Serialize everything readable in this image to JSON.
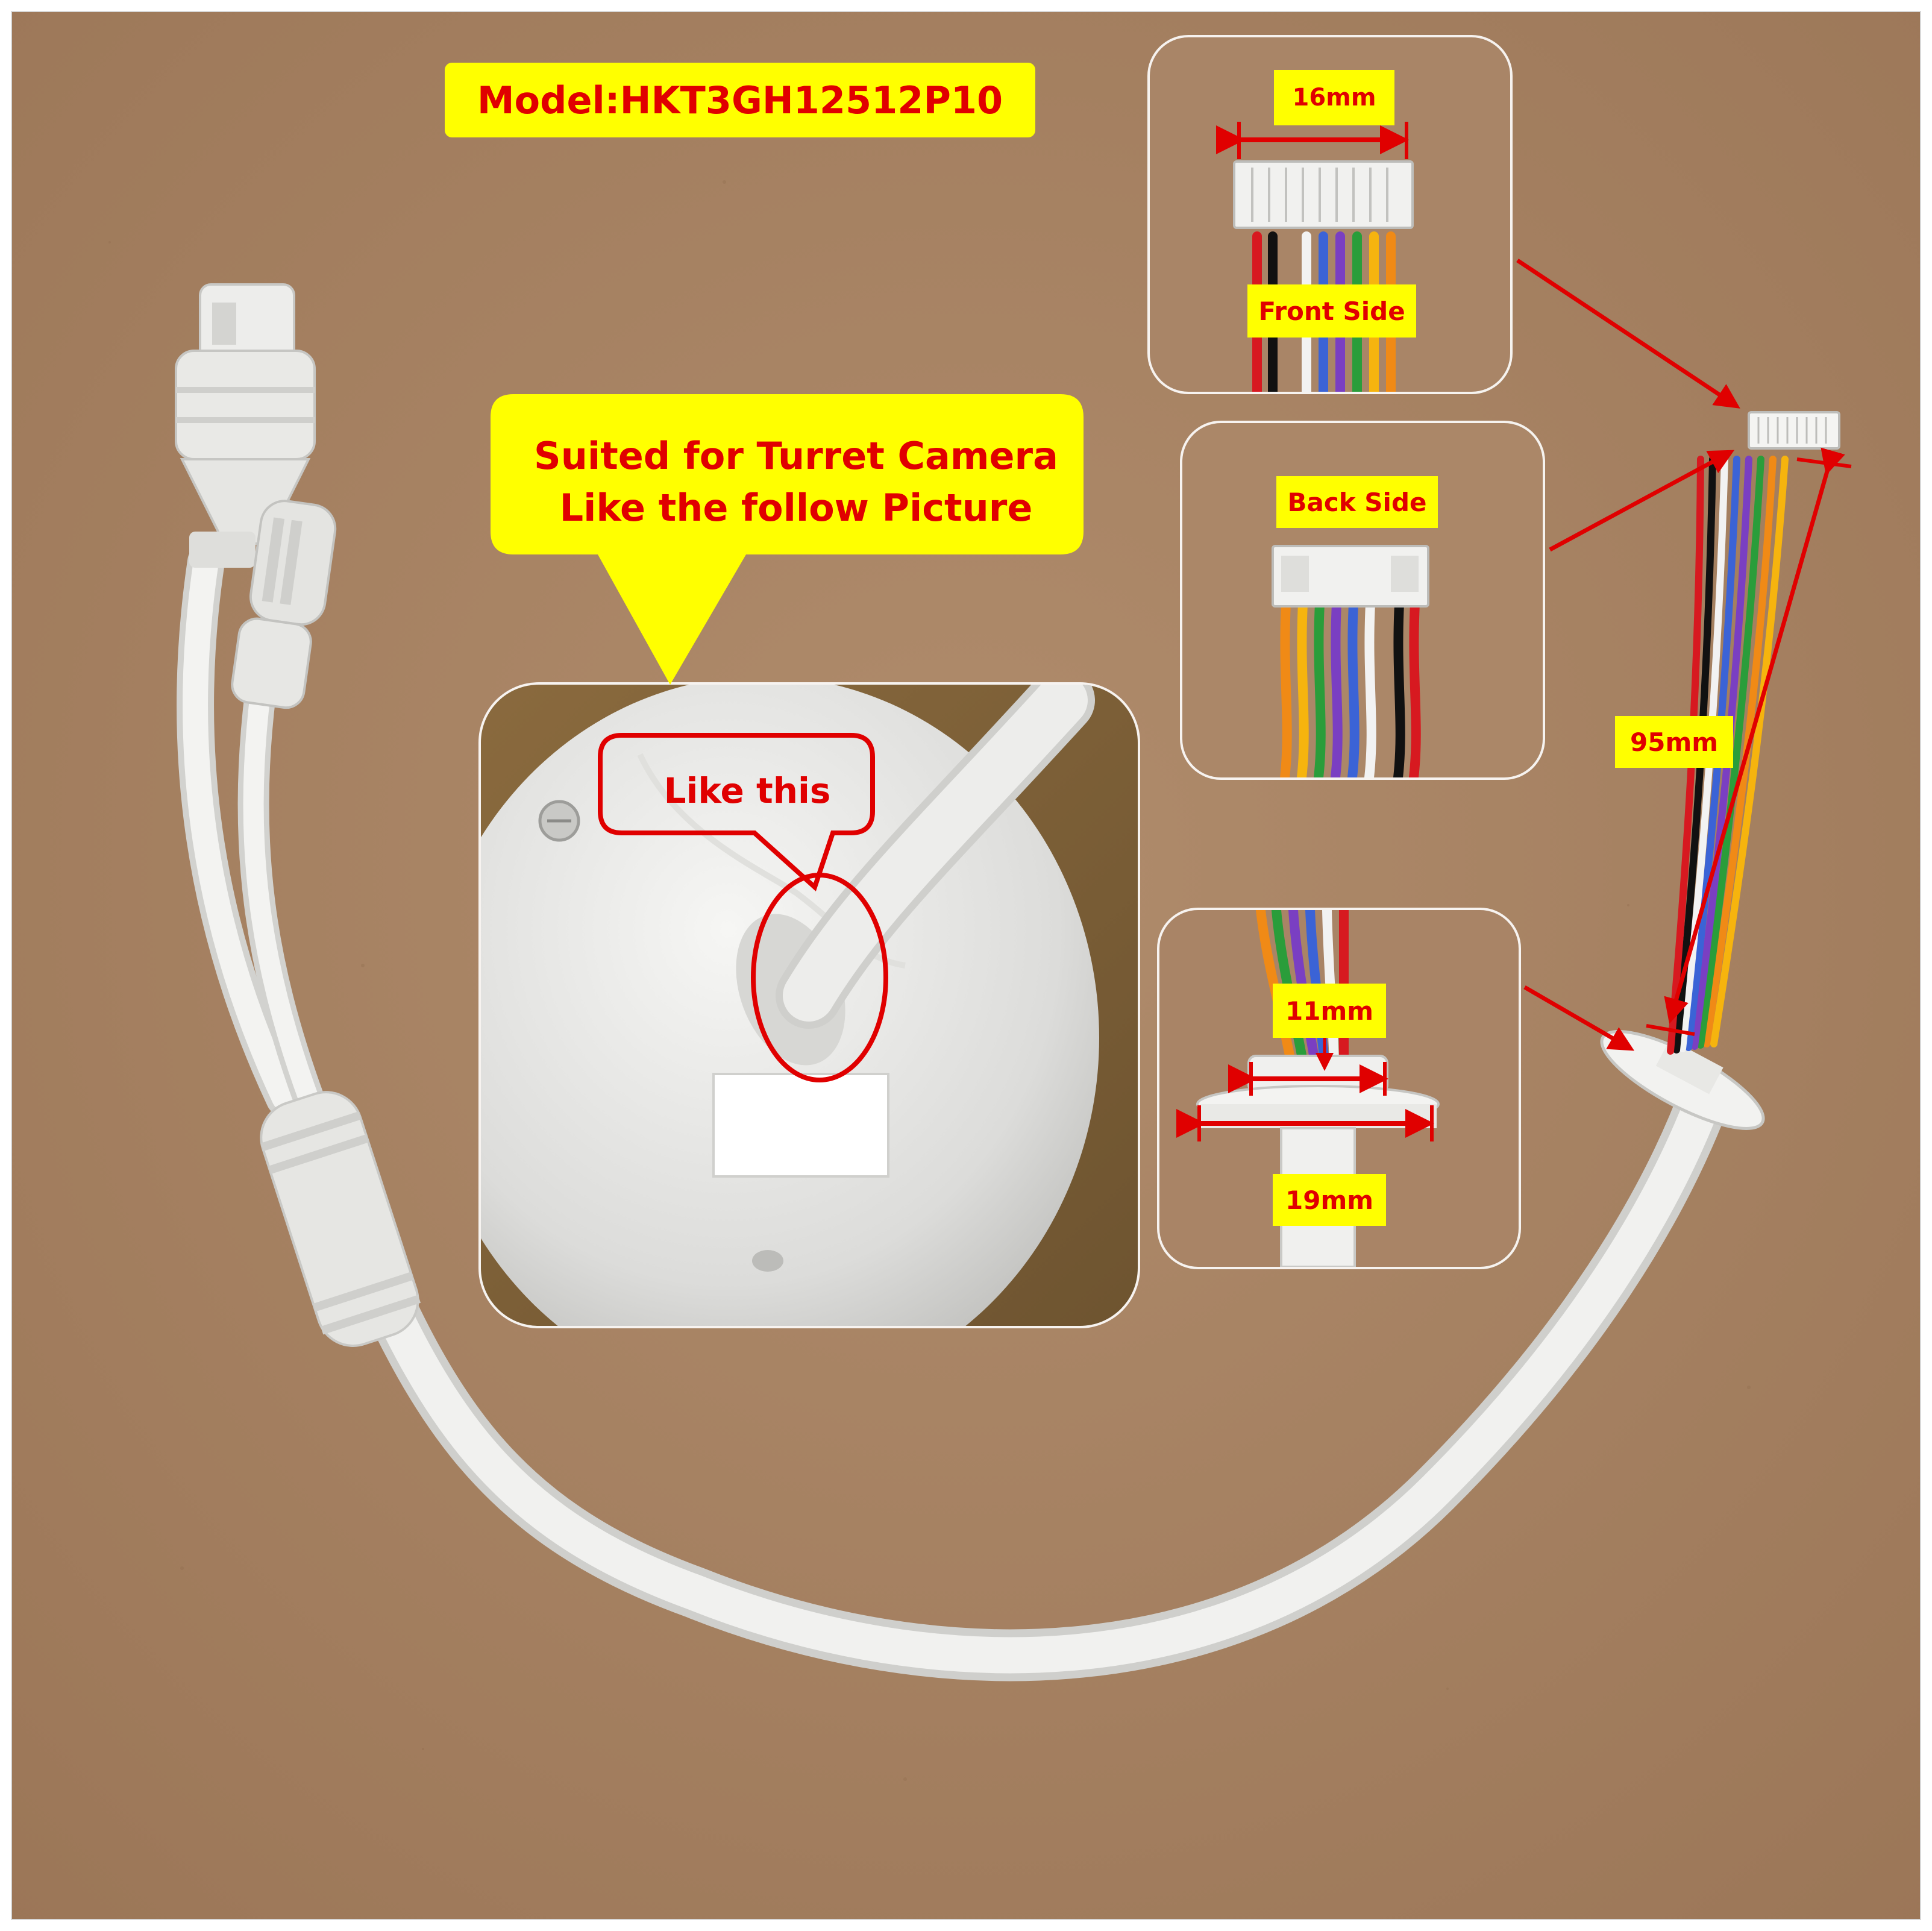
{
  "model_label": "Model:HKT3GH12512P10",
  "compat_line1": "Suited for Turret Camera",
  "compat_line2": "Like the follow Picture",
  "like_this_label": "Like this",
  "front_label": "Front Side",
  "back_label": "Back Side",
  "connector_width": "16mm",
  "wire_length": "95mm",
  "grommet_inner": "11mm",
  "grommet_outer": "19mm",
  "colors": {
    "label_bg": "#ffff00",
    "label_text": "#e00000",
    "annotation_red": "#e00000",
    "cardboard": "#a47f5f",
    "cable_white": "#ececea"
  },
  "wire_colors": [
    "#d71920",
    "#111111",
    "#f2f2f2",
    "#3b63d6",
    "#7a3fc2",
    "#2a9d3a",
    "#f08a16"
  ]
}
